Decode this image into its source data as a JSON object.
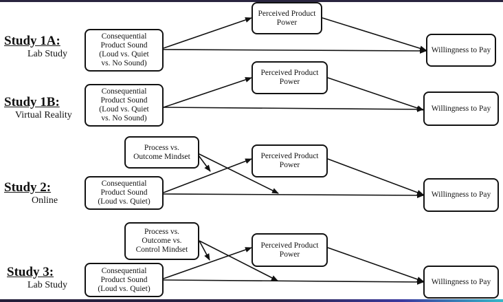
{
  "studies": [
    {
      "title": "Study 1A:",
      "subtitle": "Lab Study",
      "iv": "Consequential\nProduct Sound\n(Loud vs. Quiet\nvs. No Sound)",
      "mediator": "Perceived Product\nPower",
      "dv": "Willingness to Pay"
    },
    {
      "title": "Study 1B:",
      "subtitle": "Virtual Reality",
      "iv": "Consequential\nProduct Sound\n(Loud vs. Quiet\nvs. No Sound)",
      "mediator": "Perceived Product\nPower",
      "dv": "Willingness to Pay"
    },
    {
      "title": "Study 2:",
      "subtitle": "Online",
      "moderator": "Process vs.\nOutcome Mindset",
      "iv": "Consequential\nProduct Sound\n(Loud vs. Quiet)",
      "mediator": "Perceived Product\nPower",
      "dv": "Willingness to Pay"
    },
    {
      "title": "Study 3:",
      "subtitle": "Lab Study",
      "moderator": "Process vs.\nOutcome vs.\nControl Mindset",
      "iv": "Consequential\nProduct Sound\n(Loud vs. Quiet)",
      "mediator": "Perceived Product\nPower",
      "dv": "Willingness to Pay"
    }
  ]
}
